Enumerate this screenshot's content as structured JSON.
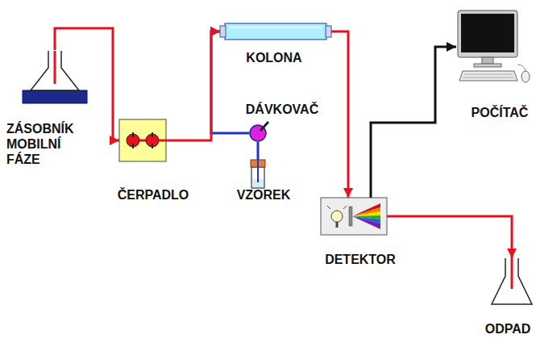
{
  "diagram": {
    "nodes": [
      {
        "text": [
          "ZÁSOBNÍK MOBILNÍ FÁZE"
        ]
      },
      {
        "text": [
          "ČERPADLO"
        ]
      },
      {
        "text": [
          "DÁVKOVAČ"
        ]
      },
      {
        "text": [
          "VZOREK"
        ]
      },
      {
        "text": [
          "KOLONA"
        ]
      },
      {
        "text": [
          "DETEKTOR"
        ]
      },
      {
        "text": [
          "ODPAD"
        ]
      },
      {
        "text": [
          "POČÍTAČ"
        ]
      }
    ],
    "edges": [
      {
        "from": 0,
        "to": 1,
        "arrow": "to"
      },
      {
        "from": 2,
        "to": 4,
        "arrow": "to"
      },
      {
        "from": 1,
        "to": 4,
        "arrow": "to"
      },
      {
        "from": 3,
        "to": 2,
        "arrow": "none"
      },
      {
        "from": 4,
        "to": 5,
        "arrow": "to"
      },
      {
        "from": 5,
        "to": 6,
        "arrow": "to"
      },
      {
        "from": 5,
        "to": 7,
        "arrow": "to"
      }
    ]
  }
}
